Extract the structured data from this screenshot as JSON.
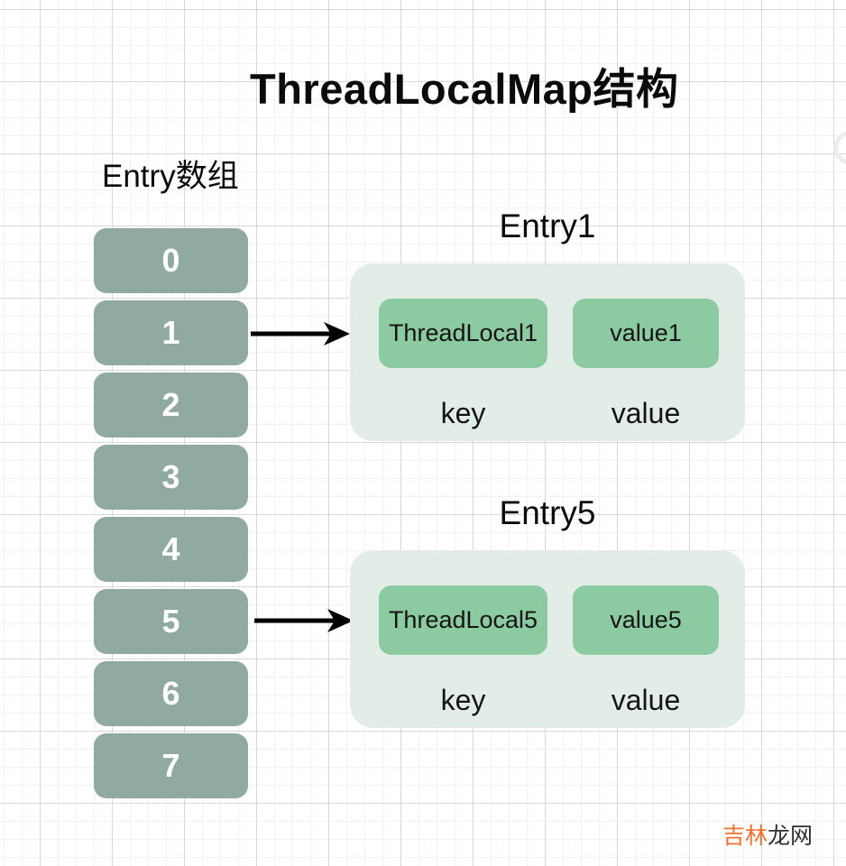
{
  "page": {
    "title": "ThreadLocalMap结构"
  },
  "colors": {
    "array_box": "#90aaa3",
    "entry_container": "#e2ede7",
    "entry_inner": "#8ccaa2",
    "arrow": "#000000",
    "grid_minor": "#f2f2f2",
    "grid_major": "#d8d8d8",
    "watermark_highlight": "#f0712f",
    "watermark_rest": "#2f2f2f"
  },
  "array": {
    "label": "Entry数组",
    "slots": [
      "0",
      "1",
      "2",
      "3",
      "4",
      "5",
      "6",
      "7"
    ]
  },
  "entries": [
    {
      "title": "Entry1",
      "key_box": "ThreadLocal1",
      "value_box": "value1",
      "key_label": "key",
      "value_label": "value",
      "from_slot": "1"
    },
    {
      "title": "Entry5",
      "key_box": "ThreadLocal5",
      "value_box": "value5",
      "key_label": "key",
      "value_label": "value",
      "from_slot": "5"
    }
  ],
  "watermark": {
    "highlight": "吉林",
    "rest": "龙网"
  }
}
